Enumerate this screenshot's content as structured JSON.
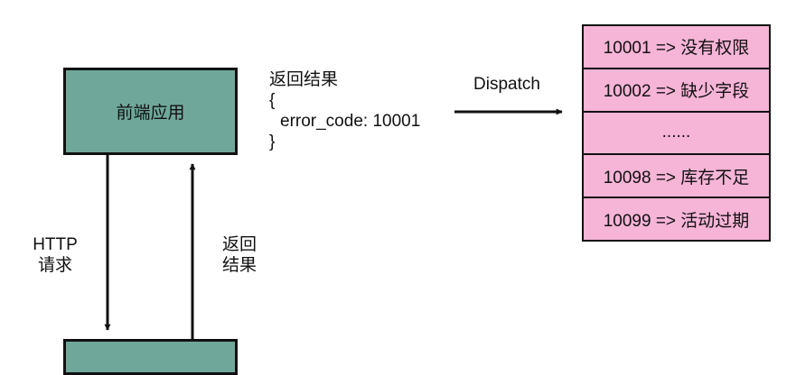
{
  "colors": {
    "app_box_fill": "#6fa89a",
    "table_row_fill": "#f6b4d6",
    "stroke": "#111111"
  },
  "frontend_box": {
    "label": "前端应用"
  },
  "backend_box": {
    "label": ""
  },
  "request_label": {
    "line1": "HTTP",
    "line2": "请求"
  },
  "response_label": {
    "line1": "返回",
    "line2": "结果"
  },
  "result_block": {
    "title": "返回结果",
    "open_brace": "{",
    "body": "error_code: 10001",
    "close_brace": "}"
  },
  "dispatch_label": "Dispatch",
  "error_table": {
    "rows": [
      "10001 => 没有权限",
      "10002 => 缺少字段",
      "......",
      "10098 => 库存不足",
      "10099 => 活动过期"
    ]
  }
}
